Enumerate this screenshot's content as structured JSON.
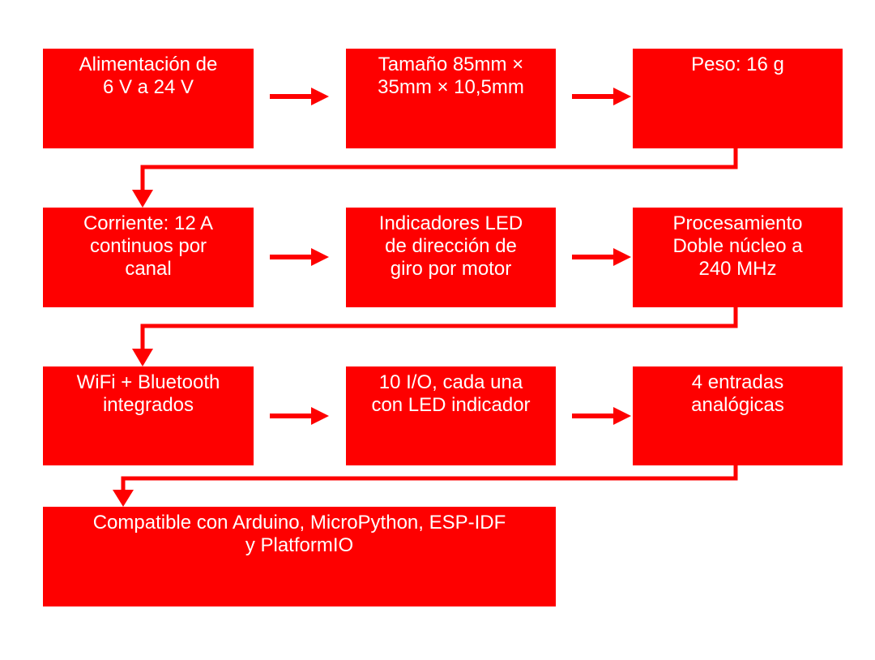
{
  "diagram": {
    "type": "flowchart",
    "colors": {
      "box_fill": "#fe0000",
      "box_text": "#ffffff",
      "connector": "#fe0000",
      "background": "#ffffff"
    },
    "boxes": [
      {
        "id": "alimentacion",
        "text": "Alimentación de\n6 V a 24 V"
      },
      {
        "id": "tamano",
        "text": "Tamaño 85mm ×\n35mm × 10,5mm"
      },
      {
        "id": "peso",
        "text": "Peso: 16 g"
      },
      {
        "id": "corriente",
        "text": "Corriente: 12 A\ncontinuos por\ncanal"
      },
      {
        "id": "indicadores",
        "text": "Indicadores LED\nde dirección de\ngiro por motor"
      },
      {
        "id": "procesamiento",
        "text": "Procesamiento\nDoble núcleo a\n240 MHz"
      },
      {
        "id": "wifi",
        "text": "WiFi + Bluetooth\nintegrados"
      },
      {
        "id": "io",
        "text": "10  I/O, cada una\ncon LED indicador"
      },
      {
        "id": "analogicas",
        "text": "4 entradas\nanalógicas"
      },
      {
        "id": "compatible",
        "text": "Compatible con Arduino, MicroPython, ESP-IDF\ny PlatformIO"
      }
    ],
    "edges": [
      [
        "alimentacion",
        "tamano"
      ],
      [
        "tamano",
        "peso"
      ],
      [
        "peso",
        "corriente"
      ],
      [
        "corriente",
        "indicadores"
      ],
      [
        "indicadores",
        "procesamiento"
      ],
      [
        "procesamiento",
        "wifi"
      ],
      [
        "wifi",
        "io"
      ],
      [
        "io",
        "analogicas"
      ],
      [
        "analogicas",
        "compatible"
      ]
    ]
  }
}
